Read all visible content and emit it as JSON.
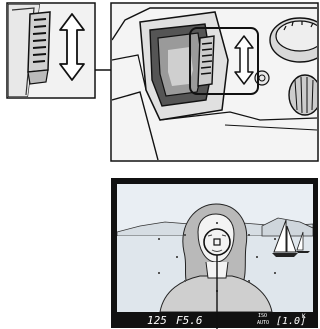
{
  "viewfinder_display": {
    "shutter_speed": "125",
    "aperture": "F5.6",
    "iso_label_top": "ISO",
    "iso_label_bottom": "AUTO",
    "exposures_remaining": "[1.0]",
    "exposures_remaining_suffix": "K"
  }
}
